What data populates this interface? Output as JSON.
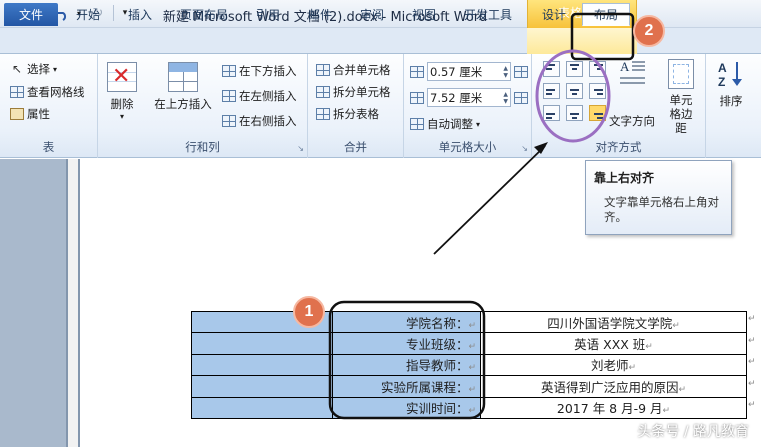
{
  "titlebar": {
    "title": "新建 Microsoft Word 文档 (2).docx  -  Microsoft Word",
    "context_title": "表格工具",
    "logo_letter": "W"
  },
  "tabs": [
    {
      "label": "文件"
    },
    {
      "label": "开始"
    },
    {
      "label": "插入"
    },
    {
      "label": "页面布局"
    },
    {
      "label": "引用"
    },
    {
      "label": "邮件"
    },
    {
      "label": "审阅"
    },
    {
      "label": "视图"
    },
    {
      "label": "开发工具"
    },
    {
      "label": "设计"
    },
    {
      "label": "布局"
    }
  ],
  "ribbon": {
    "table_group": {
      "label": "表",
      "select": "选择",
      "view_gridlines": "查看网格线",
      "properties": "属性"
    },
    "rows_cols_group": {
      "label": "行和列",
      "delete": "删除",
      "insert_above": "在上方插入",
      "insert_below": "在下方插入",
      "insert_left": "在左侧插入",
      "insert_right": "在右侧插入"
    },
    "merge_group": {
      "label": "合并",
      "merge_cells": "合并单元格",
      "split_cells": "拆分单元格",
      "split_table": "拆分表格"
    },
    "cell_size_group": {
      "label": "单元格大小",
      "height_value": "0.57 厘米",
      "width_value": "7.52 厘米",
      "autofit": "自动调整"
    },
    "alignment_group": {
      "label": "对齐方式",
      "text_direction": "文字方向",
      "cell_margins": "单元格边距",
      "selected_option": "靠上右对齐"
    },
    "sort": {
      "label": "排序"
    }
  },
  "tooltip": {
    "title": "靠上右对齐",
    "description": "文字靠单元格右上角对齐。"
  },
  "table": {
    "rows": [
      {
        "label": "学院名称：",
        "value": "四川外国语学院文学院"
      },
      {
        "label": "专业班级：",
        "value": "英语 XXX 班"
      },
      {
        "label": "指导教师：",
        "value": "刘老师"
      },
      {
        "label": "实验所属课程：",
        "value": "英语得到广泛应用的原因"
      },
      {
        "label": "实训时间：",
        "value": "2017 年 8 月-9 月"
      }
    ],
    "cell_mark": "↵"
  },
  "annotations": {
    "badge_1": "1",
    "badge_2": "2",
    "accent_color": "#e0714d",
    "highlight_circle_color": "#9b6fc2"
  },
  "watermark": "头条号 / 路凡教育",
  "colors": {
    "file_tab": "#2b5aa8",
    "context_tab": "#f7c23a",
    "selected_cells": "#a8c8ea"
  }
}
